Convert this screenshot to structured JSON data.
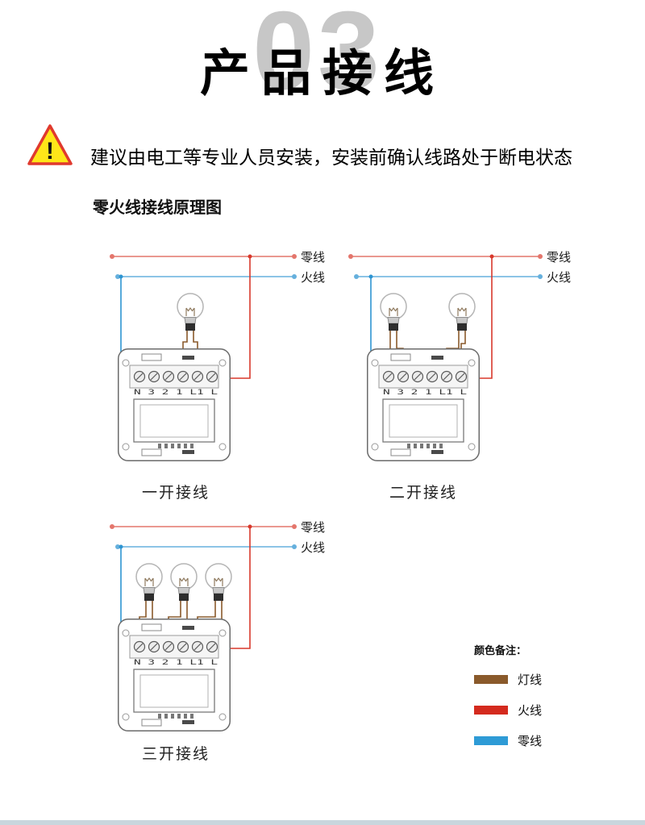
{
  "header": {
    "section_number": "03",
    "title": "产品接线"
  },
  "warning": {
    "exclamation": "!",
    "text": "建议由电工等专业人员安装，安装前确认线路处于断电状态"
  },
  "subtitle": "零火线接线原理图",
  "diagrams": [
    {
      "caption": "一开接线",
      "neutral_label": "零线",
      "live_label": "火线",
      "terminal_labels": "N 3 2 1 L1 L"
    },
    {
      "caption": "二开接线",
      "neutral_label": "零线",
      "live_label": "火线",
      "terminal_labels": "N 3 2 1 L1 L"
    },
    {
      "caption": "三开接线",
      "neutral_label": "零线",
      "live_label": "火线",
      "terminal_labels": "N 3 2 1 L1 L"
    }
  ],
  "legend": {
    "title": "颜色备注：",
    "items": [
      {
        "label": "灯线",
        "color": "#8a5a2b"
      },
      {
        "label": "火线",
        "color": "#d42a1e"
      },
      {
        "label": "零线",
        "color": "#2e9bd6"
      }
    ]
  },
  "colors": {
    "bus_top": "#e4766c",
    "bus_bottom": "#66b0dd",
    "feed_red": "#d8392c",
    "feed_blue": "#2e95d2",
    "lamp_wire": "#8a5a2b",
    "number_gray": "#c7c7c7",
    "warning_fill": "#ffe619",
    "warning_border": "#e0392e"
  }
}
